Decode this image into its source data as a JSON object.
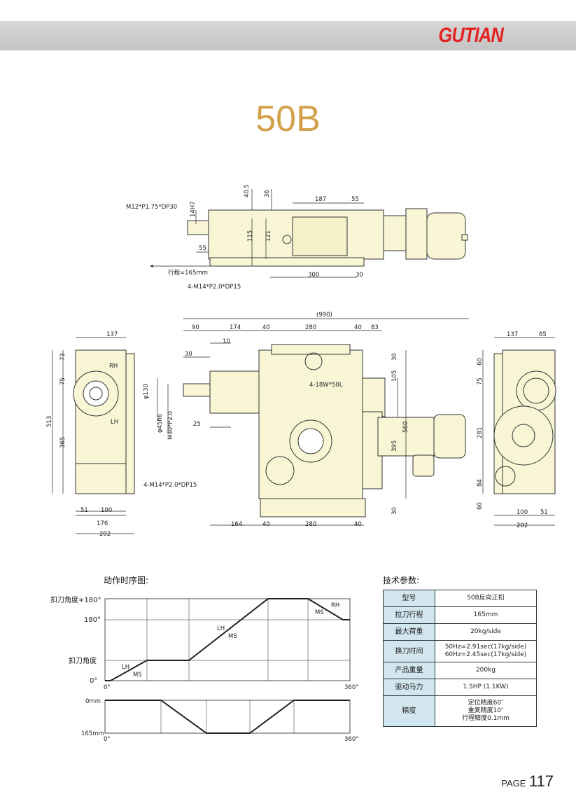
{
  "header": {
    "brand": "GUTIAN"
  },
  "title": "50B",
  "colors": {
    "body": "#f9f6d6",
    "outline": "#333333",
    "banner": "#cbcbcb",
    "brand": "#e32322",
    "title": "#d2a14a",
    "table_key": "#d1e6ee"
  },
  "top_view": {
    "dims": [
      "40.5",
      "36",
      "187",
      "55",
      "14H7",
      "115",
      "121",
      "55",
      "300",
      "30"
    ],
    "notes": {
      "thread_front": "M12*P1.75*DP30",
      "stroke": "行程=165mm",
      "bolt": "4-M14*P2.0*DP15"
    }
  },
  "left_view": {
    "dims": [
      "137",
      "73",
      "75",
      "513",
      "365",
      "51",
      "100",
      "176",
      "202"
    ],
    "notes": {
      "rh": "RH",
      "lh": "LH",
      "bolt": "4-M14*P2.0*DP15"
    }
  },
  "front_view": {
    "dims": [
      "(990)",
      "90",
      "174",
      "40",
      "280",
      "40",
      "83",
      "30",
      "10",
      "30",
      "105",
      "560",
      "395",
      "30",
      "25",
      "164",
      "40",
      "280",
      "40"
    ],
    "notes": {
      "d130": "φ130",
      "d45": "φ45h6",
      "m40": "M40*P2.0",
      "slot": "4-18W*50L"
    }
  },
  "right_view": {
    "dims": [
      "137",
      "65",
      "60",
      "75",
      "281",
      "84",
      "60",
      "100",
      "51",
      "202"
    ]
  },
  "timing": {
    "title": "动作时序图:",
    "angle_labels": [
      "扣刀角度+180°",
      "180°",
      "扣刀角度",
      "0°"
    ],
    "x_labels": [
      "0°",
      "360°"
    ],
    "curve_labels": [
      "LH",
      "MS",
      "LH",
      "MS",
      "RH",
      "MS"
    ],
    "stroke_labels": [
      "0mm",
      "165mm"
    ],
    "stroke_x_labels": [
      "0°",
      "360°"
    ]
  },
  "specs": {
    "title": "技术参数:",
    "rows": [
      {
        "key": "型号",
        "value": "50B反向正扣"
      },
      {
        "key": "拉刀行程",
        "value": "165mm"
      },
      {
        "key": "最大荷重",
        "value": "20kg/side"
      },
      {
        "key": "换刀时间",
        "value": "50Hz=2.91sec(17kg/side)\n60Hz=2.45sec(17kg/side)"
      },
      {
        "key": "产品重量",
        "value": "200kg"
      },
      {
        "key": "驱动马力",
        "value": "1.5HP (1.1KW)"
      },
      {
        "key": "精度",
        "value": "定位精度60″\n重复精度10″\n行程精度0.1mm"
      }
    ]
  },
  "footer": {
    "page_label": "PAGE",
    "page_number": "117"
  }
}
